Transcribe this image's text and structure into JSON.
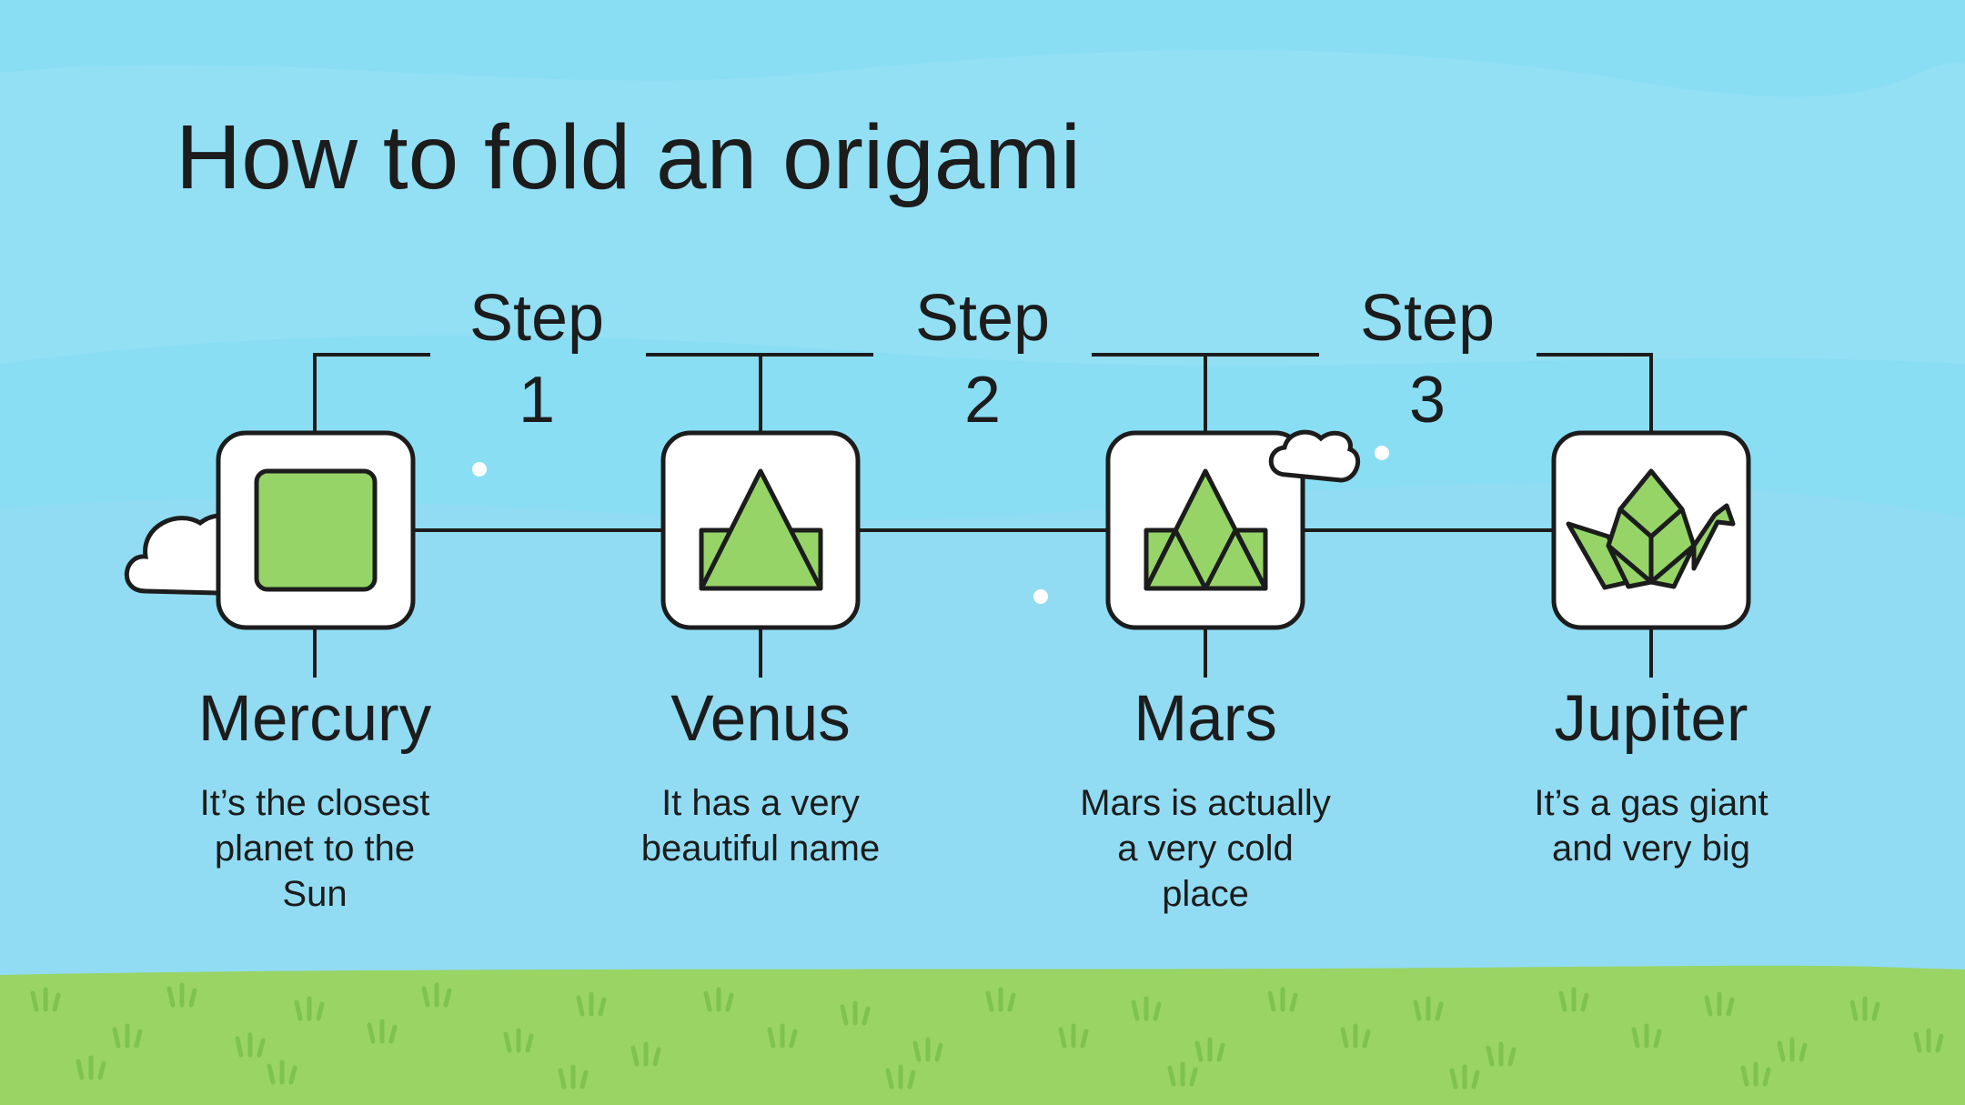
{
  "title": "How to fold an origami",
  "colors": {
    "sky": "#8fdcf3",
    "grass": "#99d465",
    "icon_fill": "#96d468",
    "outline": "#1c1c1c",
    "card": "#ffffff"
  },
  "steps": [
    {
      "label": "Step\n1"
    },
    {
      "label": "Step\n2"
    },
    {
      "label": "Step\n3"
    }
  ],
  "nodes": [
    {
      "title": "Mercury",
      "description": "It’s the closest\nplanet to the\nSun",
      "icon": "green-square-icon"
    },
    {
      "title": "Venus",
      "description": "It has a very\nbeautiful name",
      "icon": "folded-triangle-icon"
    },
    {
      "title": "Mars",
      "description": "Mars is actually\na very cold\nplace",
      "icon": "folded-mountain-icon"
    },
    {
      "title": "Jupiter",
      "description": "It’s a gas giant\nand very big",
      "icon": "paper-crane-icon"
    }
  ]
}
